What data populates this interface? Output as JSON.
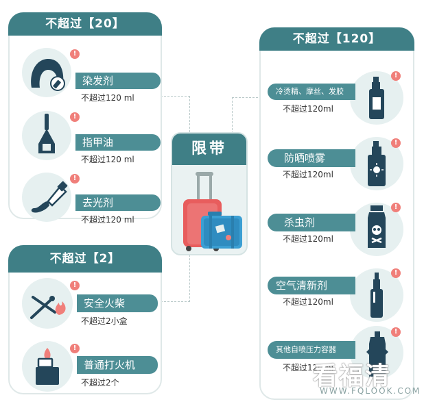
{
  "center": {
    "title": "限带"
  },
  "panels": {
    "left_top": {
      "header": "不超过【20】",
      "items": [
        {
          "label": "染发剂",
          "limit": "不超过120 ml",
          "icon": "hair-dye-icon"
        },
        {
          "label": "指甲油",
          "limit": "不超过120 ml",
          "icon": "nail-polish-icon"
        },
        {
          "label": "去光剂",
          "limit": "不超过120 ml",
          "icon": "nail-remover-icon"
        }
      ]
    },
    "left_bottom": {
      "header": "不超过【2】",
      "items": [
        {
          "label": "安全火柴",
          "limit": "不超过2小盒",
          "icon": "matches-icon"
        },
        {
          "label": "普通打火机",
          "limit": "不超过2个",
          "icon": "lighter-icon"
        }
      ]
    },
    "right": {
      "header": "不超过【120】",
      "items": [
        {
          "label": "冷烫精、摩丝、发胶",
          "limit": "不超过120ml",
          "icon": "hairspray-icon"
        },
        {
          "label": "防晒喷雾",
          "limit": "不超过120ml",
          "icon": "sunscreen-spray-icon"
        },
        {
          "label": "杀虫剂",
          "limit": "不超过120ml",
          "icon": "insecticide-icon"
        },
        {
          "label": "空气清新剂",
          "limit": "不超过120ml",
          "icon": "air-freshener-icon"
        },
        {
          "label": "其他自喷压力容器",
          "limit": "不超过120ml",
          "icon": "pressure-container-icon"
        }
      ]
    }
  },
  "alert_mark": "!",
  "watermark": {
    "text": "看福清",
    "url": "WWW.FQLOOK.COM"
  },
  "colors": {
    "teal": "#3f7f86",
    "teal_bar": "#4d8e95",
    "pale": "#e6f0f0",
    "alert": "#f07f7a",
    "icon_dark": "#24465a",
    "suitcase_red": "#e85d5d",
    "suitcase_blue": "#3b9fd3"
  }
}
